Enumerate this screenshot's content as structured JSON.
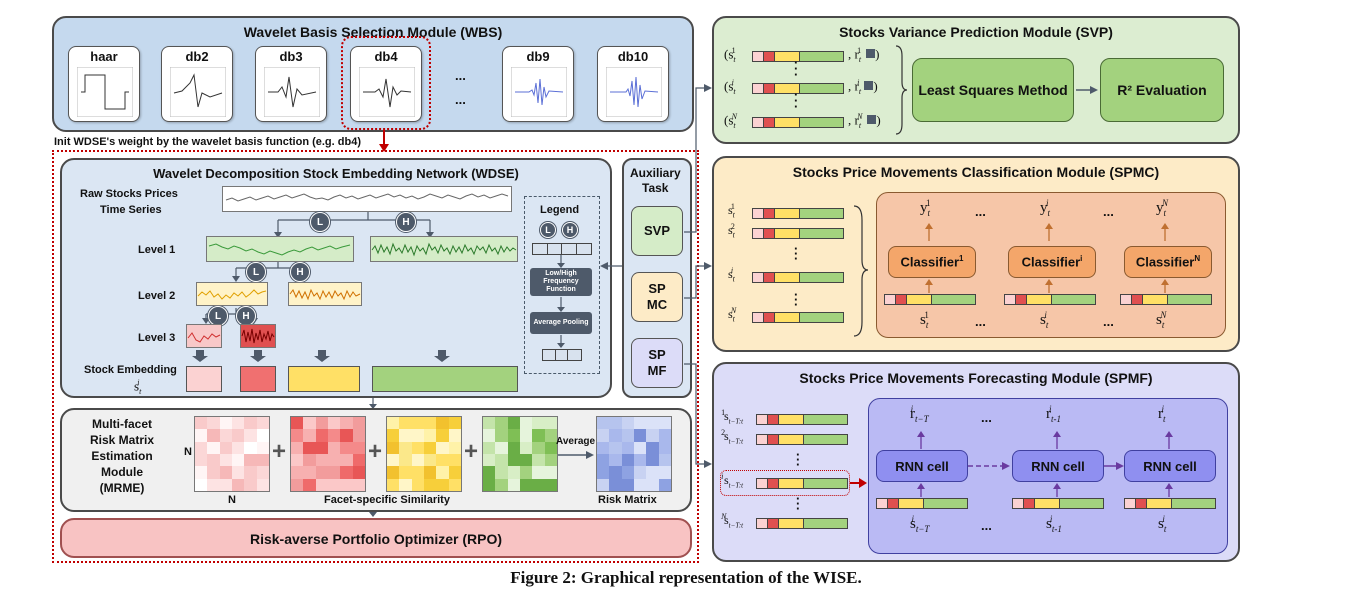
{
  "caption": "Figure 2: Graphical representation of the WISE.",
  "wbs": {
    "title": "Wavelet Basis Selection Module (WBS)",
    "wavelets": [
      "haar",
      "db2",
      "db3",
      "db4",
      "db9",
      "db10"
    ],
    "ellipsis": "...",
    "init_note": "Init WDSE's weight  by the wavelet basis function (e.g. db4)"
  },
  "wdse": {
    "title": "Wavelet Decomposition Stock Embedding Network (WDSE)",
    "raw_label_1": "Raw Stocks Prices",
    "raw_label_2": "Time Series",
    "level1": "Level 1",
    "level2": "Level 2",
    "level3": "Level 3",
    "embedding_label": "Stock Embedding",
    "embedding_symbol": "s",
    "low": "L",
    "high": "H",
    "legend_title": "Legend",
    "legend_function": "Low/High Frequency Function",
    "legend_pooling": "Average Pooling"
  },
  "aux": {
    "title_1": "Auxiliary",
    "title_2": "Task",
    "svp": "SVP",
    "spmc_1": "SP",
    "spmc_2": "MC",
    "spmf_1": "SP",
    "spmf_2": "MF"
  },
  "mrme": {
    "label_lines": [
      "Multi-facet",
      "Risk Matrix",
      "Estimation",
      "Module",
      "(MRME)"
    ],
    "n_label": "N",
    "similarity_label": "Facet-specific Similarity",
    "average_label": "Average",
    "risk_label": "Risk Matrix"
  },
  "rpo": {
    "title": "Risk-averse Portfolio Optimizer (RPO)"
  },
  "svp": {
    "title": "Stocks Variance Prediction Module (SVP)",
    "least_squares": "Least Squares Method",
    "r2_eval": "R² Evaluation"
  },
  "spmc": {
    "title": "Stocks Price Movements Classification Module (SPMC)",
    "classifier": "Classifier",
    "classifier_sups": [
      "1",
      "i",
      "N"
    ],
    "dots": "..."
  },
  "spmf": {
    "title": "Stocks Price Movements Forecasting Module (SPMF)",
    "rnn_cell": "RNN cell",
    "dots": "..."
  },
  "colors": {
    "wbs_bg": "#c5d9ee",
    "wdse_bg": "#dbe6f3",
    "svp_bg": "#dcedd1",
    "spmc_bg": "#fdebc7",
    "spmf_bg": "#dcdcf8",
    "rpo_bg": "#f8c3c3",
    "mrme_bg": "#f0f0f0",
    "accent_red": "#c00000"
  }
}
